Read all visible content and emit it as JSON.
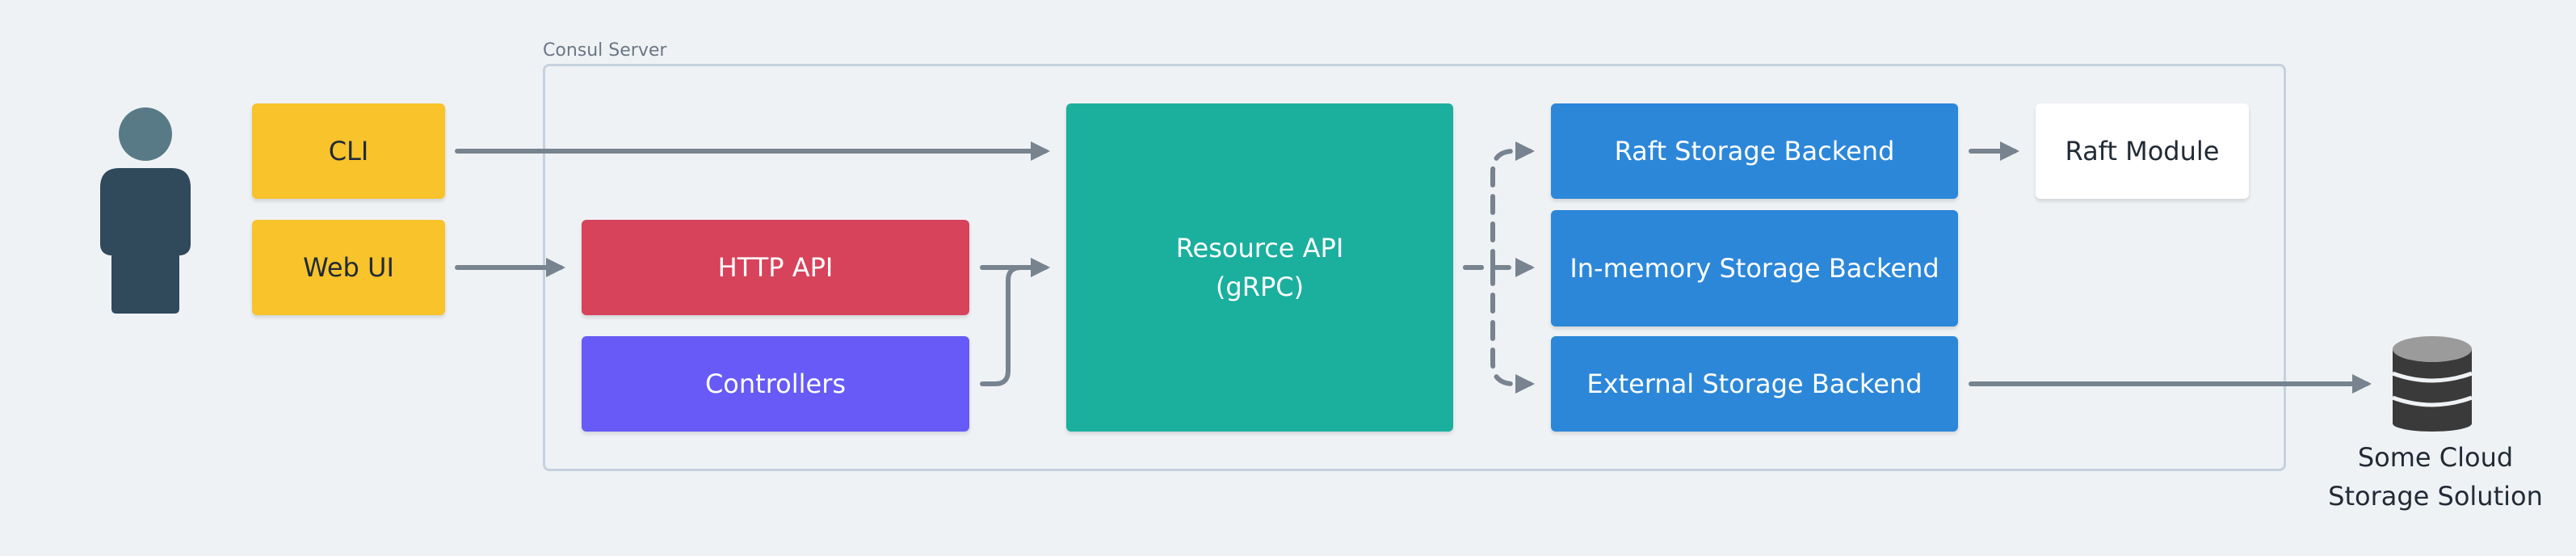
{
  "diagram": {
    "frame_label": "Consul Server",
    "nodes": {
      "cli": "CLI",
      "web_ui": "Web UI",
      "http_api": "HTTP API",
      "controllers": "Controllers",
      "resource_api_line1": "Resource API",
      "resource_api_line2": "(gRPC)",
      "raft_backend": "Raft Storage Backend",
      "inmemory_backend": "In-memory Storage Backend",
      "external_backend": "External Storage Backend",
      "raft_module": "Raft Module",
      "cloud_line1": "Some Cloud",
      "cloud_line2": "Storage Solution"
    },
    "icons": {
      "user": "person-icon",
      "storage": "database-icon"
    },
    "colors": {
      "background": "#eff2f5",
      "yellow": "#f8c32b",
      "red": "#d6435b",
      "purple": "#675af6",
      "teal": "#1baf9e",
      "blue": "#2c87d9",
      "arrow": "#77838f",
      "frame": "#c5d1de"
    }
  }
}
